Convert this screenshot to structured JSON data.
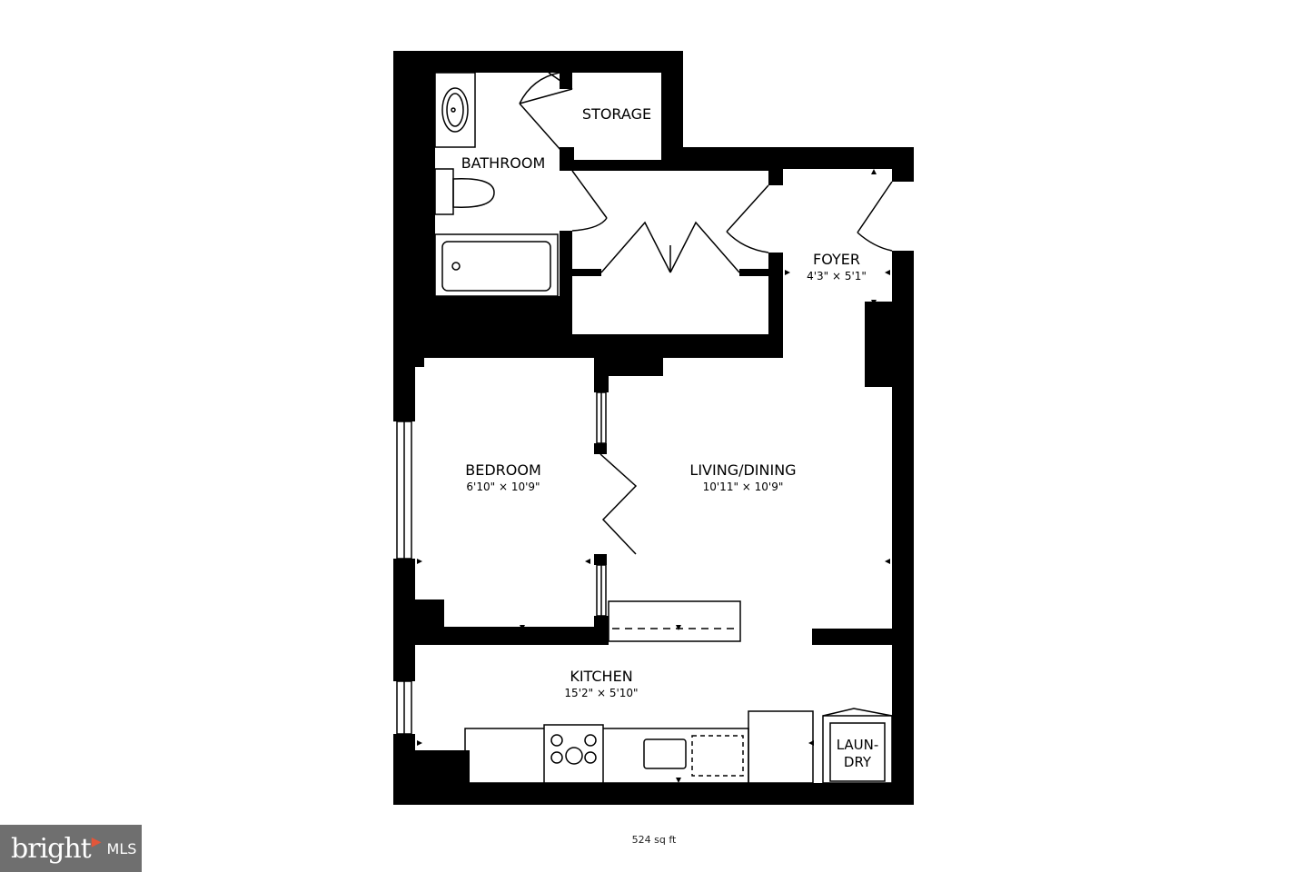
{
  "rooms": {
    "storage": {
      "name": "STORAGE"
    },
    "bathroom": {
      "name": "BATHROOM"
    },
    "foyer": {
      "name": "FOYER",
      "dims": "4'3\" × 5'1\""
    },
    "bedroom": {
      "name": "BEDROOM",
      "dims": "6'10\" × 10'9\""
    },
    "living": {
      "name": "LIVING/DINING",
      "dims": "10'11\" × 10'9\""
    },
    "kitchen": {
      "name": "KITCHEN",
      "dims": "15'2\" × 5'10\""
    },
    "laundry": {
      "line1": "LAUN-",
      "line2": "DRY"
    }
  },
  "footer": {
    "area": "524 sq ft",
    "logo_word": "bright",
    "logo_mls": "MLS"
  },
  "colors": {
    "wall": "#000000",
    "background": "#ffffff",
    "logo_bg": "#6f6f6f",
    "logo_accent": "#e2563a"
  }
}
